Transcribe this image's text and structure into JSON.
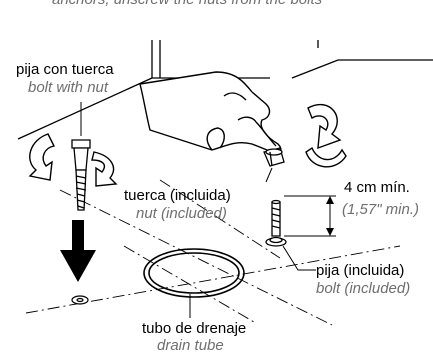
{
  "top_caption": "anchors, unscrew the nuts from the bolts",
  "labels": {
    "bolt_with_nut_es": "pija con tuerca",
    "bolt_with_nut_en": "bolt with nut",
    "nut_es": "tuerca (incluida)",
    "nut_en": "nut (included)",
    "clearance_es": "4 cm mín.",
    "clearance_en": "(1,57\" min.)",
    "bolt_es": "pija (incluida)",
    "bolt_en": "bolt (included)",
    "drain_es": "tubo de drenaje",
    "drain_en": "drain tube"
  },
  "colors": {
    "line": "#000000",
    "english_text": "#6f6f6f"
  }
}
